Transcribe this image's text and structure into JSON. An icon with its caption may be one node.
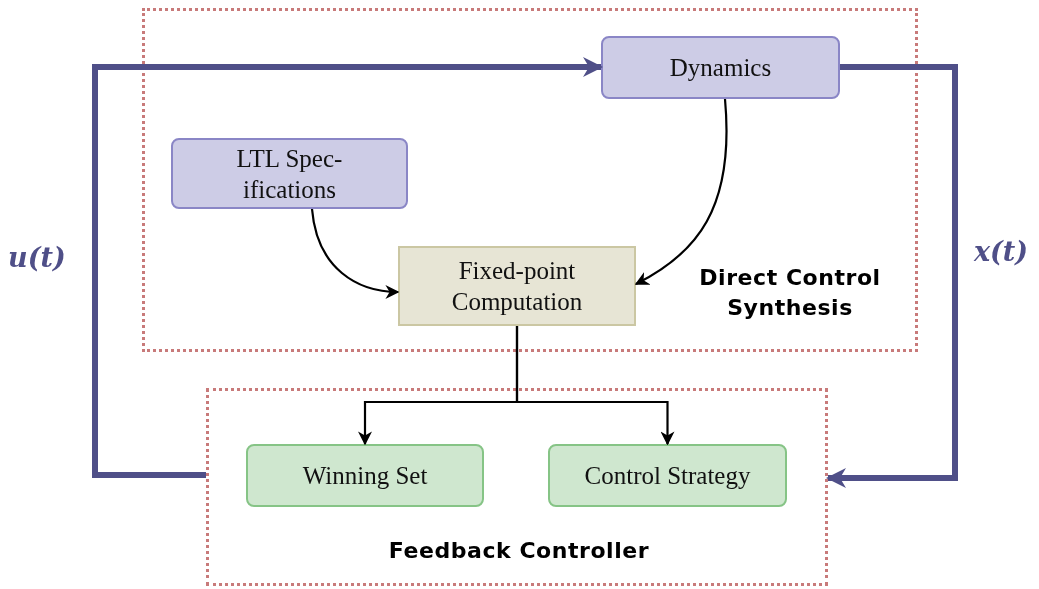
{
  "diagram": {
    "nodes": [
      {
        "text": [
          "Direct Control Synthesis"
        ]
      },
      {
        "text": [
          "Dynamics"
        ],
        "in": 0
      },
      {
        "text": [
          "LTL Spec- ifications"
        ],
        "in": 0
      },
      {
        "text": [
          "Fixed-point Computation"
        ],
        "in": 0
      },
      {
        "text": [
          "Feedback Controller"
        ]
      },
      {
        "text": [
          "Winning Set"
        ],
        "in": 4
      },
      {
        "text": [
          "Control Strategy"
        ],
        "in": 4
      }
    ],
    "edges": [
      {
        "from": 1,
        "to": 3,
        "arrow": "to"
      },
      {
        "from": 2,
        "to": 3,
        "arrow": "to"
      },
      {
        "from": 3,
        "to": 5,
        "arrow": "to"
      },
      {
        "from": 3,
        "to": 6,
        "arrow": "to"
      },
      {
        "from": 4,
        "to": 1,
        "arrow": "to",
        "label": "u(t)",
        "style": "thick",
        "color": "#4f4f88"
      },
      {
        "from": 1,
        "to": 4,
        "arrow": "to",
        "label": "x(t)",
        "style": "thick",
        "color": "#4f4f88"
      }
    ]
  }
}
